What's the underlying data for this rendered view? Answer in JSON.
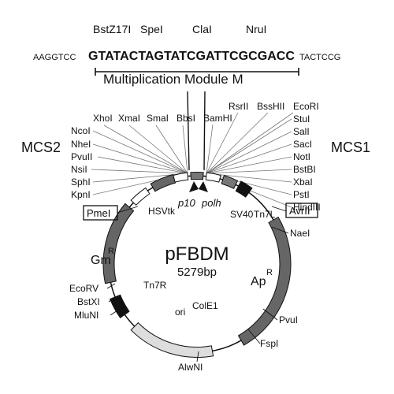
{
  "top_sites": [
    "BstZ17I",
    "SpeI",
    "ClaI",
    "NruI"
  ],
  "sequence": {
    "left_flank": "AAGGTCC",
    "core": "GTATACTAGTATCGATTCGCGACC",
    "right_flank": "TACTCCG"
  },
  "module_label": "Multiplication Module M",
  "mcs2": {
    "title": "MCS2",
    "top_sites": [
      "XhoI",
      "XmaI",
      "SmaI",
      "BbsI"
    ],
    "side_sites": [
      "NcoI",
      "NheI",
      "PvuII",
      "NsiI",
      "SphI",
      "KpnI"
    ]
  },
  "mcs1": {
    "title": "MCS1",
    "top_sites": [
      "BamHI",
      "RsrII",
      "BssHII",
      "EcoRI"
    ],
    "side_sites": [
      "StuI",
      "SalI",
      "SacI",
      "NotI",
      "BstBI",
      "XbaI",
      "PstI",
      "HindIII"
    ]
  },
  "boxed_sites": [
    "PmeI",
    "AvrII"
  ],
  "features": {
    "hsvtk": "HSVtk",
    "p10": "p10",
    "polh": "polh",
    "sv40": "SV40",
    "tn7l": "Tn7L",
    "tn7r": "Tn7R",
    "gm": "Gm",
    "gm_sup": "R",
    "ap": "Ap",
    "ap_sup": "R",
    "ori": "ori",
    "cole1": "ColE1"
  },
  "plasmid": {
    "name": "pFBDM",
    "size": "5279bp"
  },
  "outer_sites": [
    "NaeI",
    "PvuI",
    "FspI",
    "AlwNI",
    "EcoRV",
    "BstXI",
    "MluNI"
  ]
}
